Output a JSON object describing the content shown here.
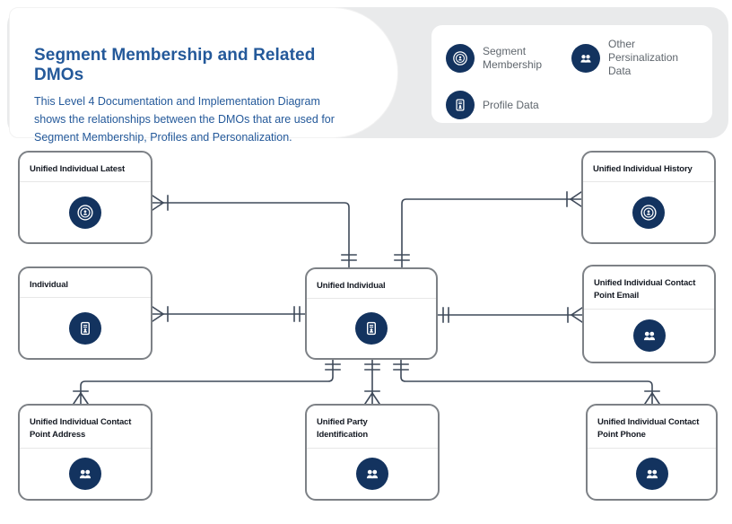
{
  "header": {
    "title": "Segment Membership and Related DMOs",
    "description": "This Level 4 Documentation and Implementation Diagram shows the relationships between the DMOs that are used for Segment Membership, Profiles and Personalization."
  },
  "legend": {
    "items": [
      {
        "icon": "segment-membership-icon",
        "label": "Segment Membership"
      },
      {
        "icon": "people-icon",
        "label": "Other Persinalization Data"
      },
      {
        "icon": "profile-data-icon",
        "label": "Profile Data"
      }
    ]
  },
  "diagram": {
    "nodes": [
      {
        "id": "unified-individual-latest",
        "title": "Unified Individual Latest",
        "icon": "segment-membership"
      },
      {
        "id": "unified-individual-history",
        "title": "Unified Individual History",
        "icon": "segment-membership"
      },
      {
        "id": "individual",
        "title": "Individual",
        "icon": "profile-data"
      },
      {
        "id": "unified-individual",
        "title": "Unified Individual",
        "icon": "profile-data"
      },
      {
        "id": "unified-individual-contact-point-email",
        "title": "Unified Individual Contact\nPoint Email",
        "icon": "other-personalization-data"
      },
      {
        "id": "unified-individual-contact-point-address",
        "title": "Unified Individual Contact\nPoint Address",
        "icon": "other-personalization-data"
      },
      {
        "id": "unified-party-identification",
        "title": "Unified Party\nIdentification",
        "icon": "other-personalization-data"
      },
      {
        "id": "unified-individual-contact-point-phone",
        "title": "Unified Individual Contact\nPoint Phone",
        "icon": "other-personalization-data"
      }
    ],
    "edges": [
      {
        "from": "unified-individual",
        "to": "unified-individual-latest",
        "from_end": "exactly-one",
        "to_end": "one-or-many"
      },
      {
        "from": "unified-individual",
        "to": "unified-individual-history",
        "from_end": "exactly-one",
        "to_end": "one-or-many"
      },
      {
        "from": "unified-individual",
        "to": "individual",
        "from_end": "exactly-one",
        "to_end": "one-or-many"
      },
      {
        "from": "unified-individual",
        "to": "unified-individual-contact-point-email",
        "from_end": "exactly-one",
        "to_end": "one-or-many"
      },
      {
        "from": "unified-individual",
        "to": "unified-individual-contact-point-address",
        "from_end": "exactly-one",
        "to_end": "one-or-many"
      },
      {
        "from": "unified-individual",
        "to": "unified-party-identification",
        "from_end": "exactly-one",
        "to_end": "one-or-many"
      },
      {
        "from": "unified-individual",
        "to": "unified-individual-contact-point-phone",
        "from_end": "exactly-one",
        "to_end": "one-or-many"
      }
    ]
  },
  "colors": {
    "accent_blue": "#24599a",
    "icon_navy": "#13335f",
    "connector": "#3f4a5a",
    "node_border": "#7d8186",
    "band_gray": "#e9eaeb",
    "legend_text": "#5f666d"
  }
}
